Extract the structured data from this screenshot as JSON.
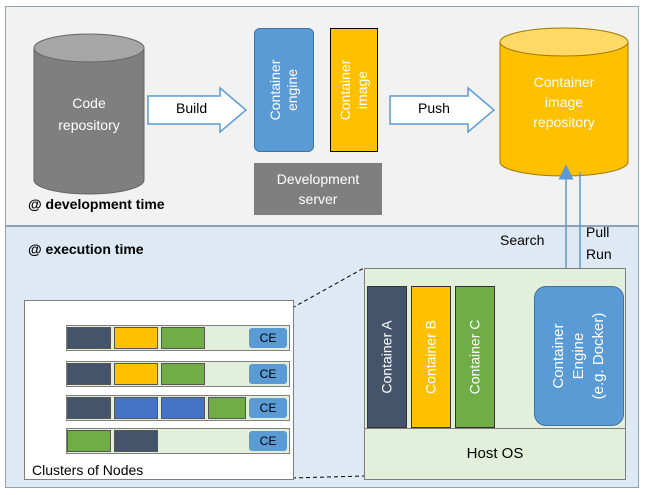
{
  "development": {
    "section_label": "@ development time",
    "code_repository": [
      "Code",
      "repository"
    ],
    "build_label": "Build",
    "container_engine": [
      "Container",
      "engine"
    ],
    "container_image": [
      "Container",
      "image"
    ],
    "push_label": "Push",
    "container_image_repository": [
      "Container",
      "image",
      "repository"
    ],
    "development_server": [
      "Development",
      "server"
    ]
  },
  "execution": {
    "section_label": "@ execution time",
    "search_label": "Search",
    "pull_label": "Pull",
    "run_label": "Run",
    "clusters_label": "Clusters of Nodes",
    "ce_label": "CE",
    "containers": [
      "Container A",
      "Container B",
      "Container C"
    ],
    "engine_lines": [
      "Container",
      "Engine",
      "(e.g. Docker)"
    ],
    "host_os": "Host OS"
  },
  "colors": {
    "gray_cylinder": "#7f7f7f",
    "engine_blue": "#5b9bd5",
    "image_yellow": "#ffc000",
    "dark_slate": "#44546a",
    "green": "#70ad47",
    "royal_blue": "#4472c4",
    "light_green": "#e2efda"
  }
}
